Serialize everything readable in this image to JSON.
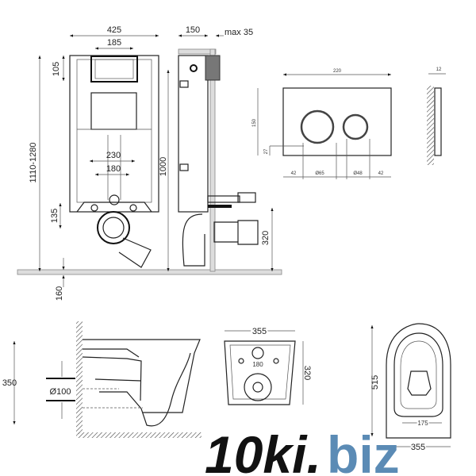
{
  "frame_front": {
    "width": "425",
    "cistern_width": "185",
    "top_offset": "105",
    "total_height": "1110-1280",
    "frame_height": "1000",
    "bolt_outer": "230",
    "bolt_inner": "180",
    "drain_height": "135",
    "floor_offset": "160"
  },
  "frame_side": {
    "depth": "150",
    "wall_max": "max 35",
    "drain_height": "320"
  },
  "flush_plate": {
    "width": "220",
    "height": "150",
    "button_offset": "27",
    "margin_left": "42",
    "big_button": "Ø65",
    "small_button": "Ø48",
    "margin_right": "42",
    "thickness": "12"
  },
  "toilet_side": {
    "height": "350",
    "pipe": "Ø100"
  },
  "toilet_front": {
    "width": "355",
    "height": "320",
    "bolt_spacing": "180"
  },
  "toilet_top": {
    "length": "515",
    "seat_width": "175",
    "width": "355"
  },
  "watermark": {
    "text_main": "10ki.",
    "text_accent": "biz",
    "accent_color": "#5b8bb5"
  }
}
